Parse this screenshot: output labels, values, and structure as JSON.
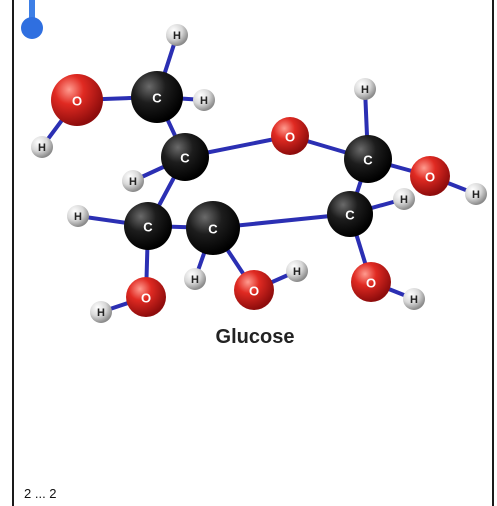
{
  "top_text": "",
  "bottom_text": "2 ... 2",
  "diagram": {
    "caption": "Glucose",
    "colors": {
      "carbon": "#111111",
      "oxygen": "#d11f1f",
      "hydrogen": "#e6e6e6",
      "bond": "#2b2fb3",
      "handle": "#2f6fe0"
    },
    "atoms": [
      {
        "label": "C",
        "el": "carbon"
      },
      {
        "label": "C",
        "el": "carbon"
      },
      {
        "label": "C",
        "el": "carbon"
      },
      {
        "label": "C",
        "el": "carbon"
      },
      {
        "label": "C",
        "el": "carbon"
      },
      {
        "label": "C",
        "el": "carbon"
      },
      {
        "label": "O",
        "el": "oxygen"
      },
      {
        "label": "O",
        "el": "oxygen"
      },
      {
        "label": "O",
        "el": "oxygen"
      },
      {
        "label": "O",
        "el": "oxygen"
      },
      {
        "label": "O",
        "el": "oxygen"
      },
      {
        "label": "O",
        "el": "oxygen"
      },
      {
        "label": "H",
        "el": "hydrogen"
      },
      {
        "label": "H",
        "el": "hydrogen"
      },
      {
        "label": "H",
        "el": "hydrogen"
      },
      {
        "label": "H",
        "el": "hydrogen"
      },
      {
        "label": "H",
        "el": "hydrogen"
      },
      {
        "label": "H",
        "el": "hydrogen"
      },
      {
        "label": "H",
        "el": "hydrogen"
      },
      {
        "label": "H",
        "el": "hydrogen"
      },
      {
        "label": "H",
        "el": "hydrogen"
      },
      {
        "label": "H",
        "el": "hydrogen"
      },
      {
        "label": "H",
        "el": "hydrogen"
      },
      {
        "label": "H",
        "el": "hydrogen"
      }
    ]
  }
}
